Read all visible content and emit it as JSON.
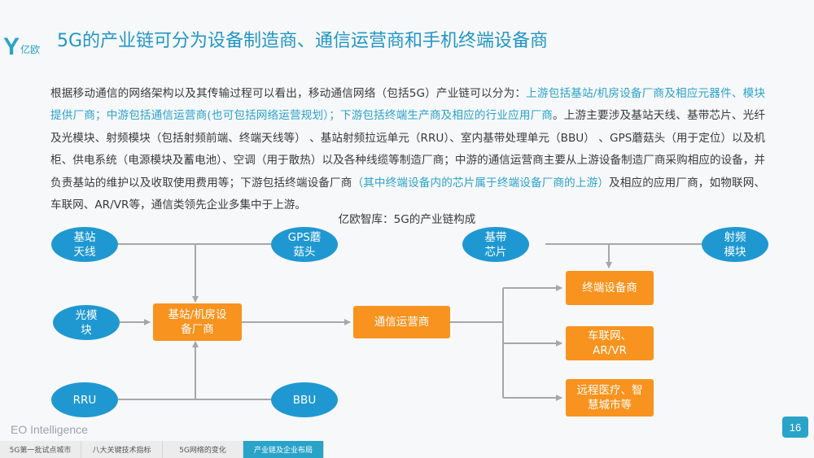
{
  "header": {
    "logo_glyph": "Y",
    "logo_text": "亿欧",
    "title": "5G的产业链可分为设备制造商、通信运营商和手机终端设备商"
  },
  "paragraph": {
    "p1": "根据移动通信的网络架构以及其传输过程可以看出，移动通信网络（包括5G）产业链可以分为：",
    "h1": "上游包括基站/机房设备厂商及相应元器件、模块提供厂商；中游包括通信运营商(也可包括网络运营规划）；下游包括终端生产商及相应的行业应用厂商",
    "p2": "。上游主要涉及基站天线、基带芯片、光纤及光模块、射频模块（包括射频前端、终端天线等） 、基站射频拉远单元（RRU）、室内基带处理单元（BBU） 、GPS蘑菇头（用于定位）以及机柜、供电系统（电源模块及蓄电池）、空调（用于散热）以及各种线缆等制造厂商；中游的通信运营商主要从上游设备制造厂商采购相应的设备，并负责基站的维护以及收取使用费用等；下游包括终端设备厂商",
    "h2": "（其中终端设备内的芯片属于终端设备厂商的上游）",
    "p3": "及相应的应用厂商，如物联网、车联网、AR/VR等，通信类领先企业多集中于上游。"
  },
  "caption": "亿欧智库：5G的产业链构成",
  "diagram": {
    "nodes": {
      "base_antenna": "基站\n天线",
      "gps": "GPS蘑\n菇头",
      "optical_module": "光模\n块",
      "rru": "RRU",
      "bbu": "BBU",
      "baseband_chip": "基带\n芯片",
      "rf_module": "射频\n模块",
      "base_equipment": "基站/机房设\n备厂商",
      "operator": "通信运营商",
      "terminal": "终端设备商",
      "iov": "车联网、\nAR/VR",
      "telemedicine": "远程医疗、智\n慧城市等"
    }
  },
  "footer": {
    "brand": "EO Intelligence",
    "page": "16",
    "tabs": [
      "5G第一批试点城市",
      "八大关键技术指标",
      "5G网络的变化",
      "产业链及企业布局"
    ]
  },
  "colors": {
    "accent": "#2aa3c9",
    "ellipse": "#1f98d2",
    "box": "#f7931e",
    "connector": "#a7a7a7"
  }
}
